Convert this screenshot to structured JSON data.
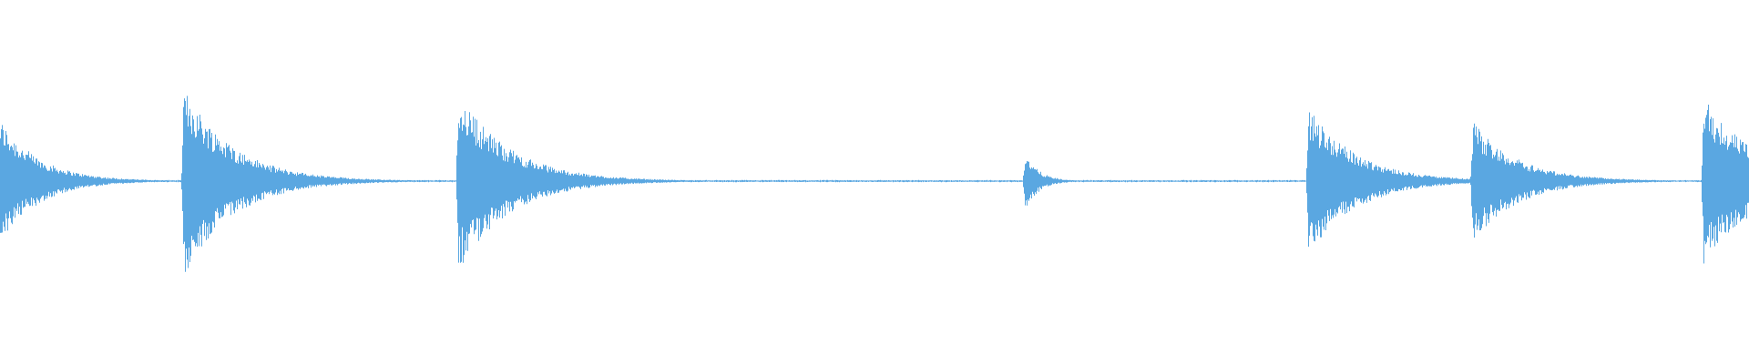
{
  "waveform": {
    "color": "#5aa7e1",
    "peak_count": 7,
    "peaks": [
      {
        "time": 0.0,
        "amplitude": 0.62,
        "decay": 0.022
      },
      {
        "time": 0.105,
        "amplitude": 0.95,
        "decay": 0.028
      },
      {
        "time": 0.262,
        "amplitude": 0.9,
        "decay": 0.029
      },
      {
        "time": 0.586,
        "amplitude": 0.28,
        "decay": 0.008
      },
      {
        "time": 0.748,
        "amplitude": 0.75,
        "decay": 0.027
      },
      {
        "time": 0.842,
        "amplitude": 0.6,
        "decay": 0.026
      },
      {
        "time": 0.974,
        "amplitude": 0.85,
        "decay": 0.03
      }
    ],
    "baseline_noise": 0.012
  }
}
